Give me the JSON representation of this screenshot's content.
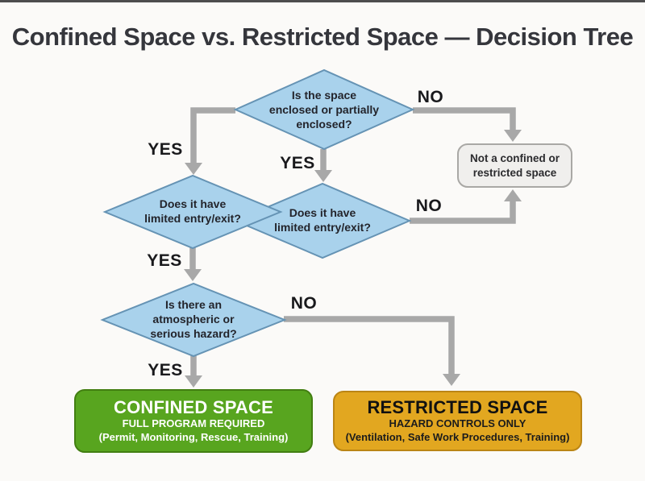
{
  "title": "Confined Space vs. Restricted Space — Decision Tree",
  "nodes": {
    "q_enclosed": {
      "label": "Is the space\nenclosed or partially\nenclosed?"
    },
    "q_limited_left": {
      "label": "Does it have\nlimited entry/exit?"
    },
    "q_limited_center": {
      "label": "Does it have\nlimited entry/exit?"
    },
    "q_hazard": {
      "label": "Is there an\natmospheric or\nserious hazard?"
    },
    "not_space": {
      "label": "Not a confined or\nrestricted space"
    },
    "confined": {
      "title": "CONFINED SPACE",
      "line1": "FULL PROGRAM REQUIRED",
      "line2": "(Permit, Monitoring, Rescue, Training)"
    },
    "restricted": {
      "title": "RESTRICTED SPACE",
      "line1": "HAZARD CONTROLS ONLY",
      "line2": "(Ventilation, Safe Work Procedures, Training)"
    }
  },
  "edges": {
    "yes_top_left": "YES",
    "yes_top_down": "YES",
    "no_top": "NO",
    "no_center": "NO",
    "yes_left_down": "YES",
    "no_hazard": "NO",
    "yes_hazard": "YES"
  },
  "colors": {
    "background": "#fbfaf8",
    "diamond_fill": "#a9d2ec",
    "diamond_border": "#6593b4",
    "arrow_gray": "#a8a8a8",
    "neutral_box_fill": "#f0efed",
    "confined_green": "#58a51f",
    "restricted_orange": "#e2a720",
    "title_text": "#35363c"
  }
}
